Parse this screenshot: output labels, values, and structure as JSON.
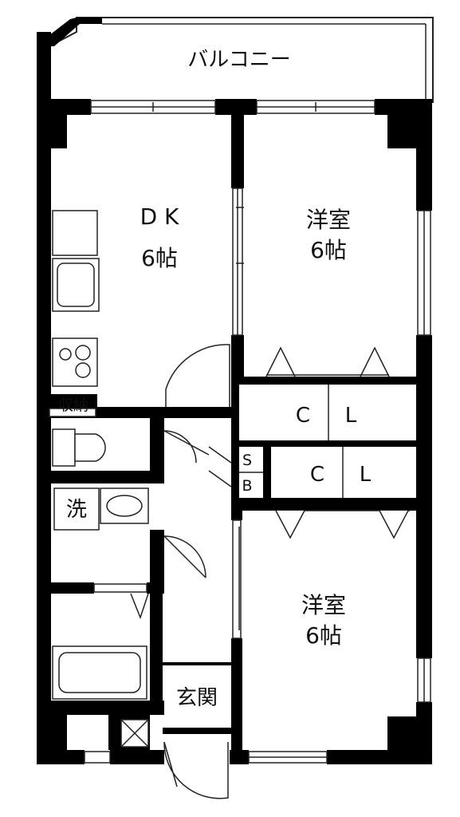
{
  "labels": {
    "balcony": "バルコニー",
    "dk": {
      "name": "D K",
      "size": "6帖"
    },
    "western_room_1": {
      "name": "洋室",
      "size": "6帖"
    },
    "western_room_2": {
      "name": "洋室",
      "size": "6帖"
    },
    "closet_upper": {
      "c": "C",
      "l": "L"
    },
    "closet_lower": {
      "c": "C",
      "l": "L"
    },
    "shoe_box": {
      "s": "S",
      "b": "B"
    },
    "storage": "収納",
    "washroom": "洗",
    "entrance": "玄関"
  },
  "colors": {
    "wall": "#000000",
    "line": "#222222",
    "floor": "#ffffff"
  }
}
